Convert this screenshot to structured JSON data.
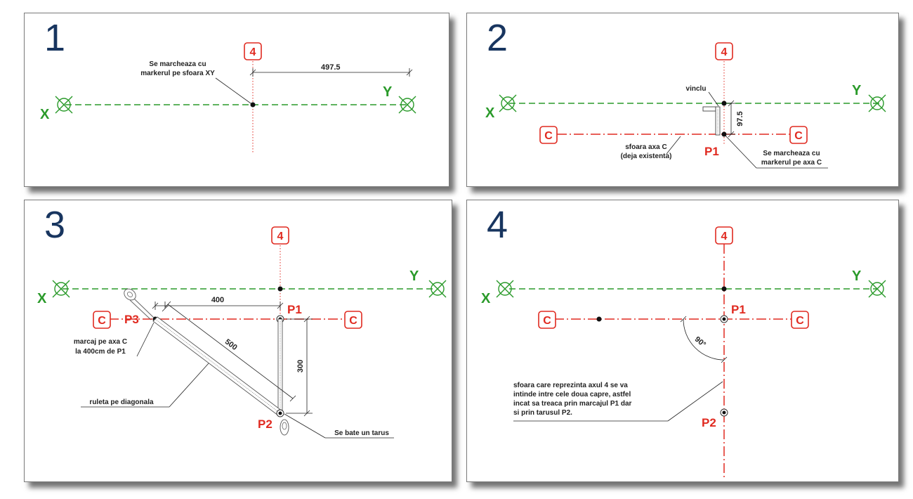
{
  "colors": {
    "green_axis": "#2a9a2a",
    "red_axis": "#e02a20",
    "number": "#18355f",
    "ink": "#222222"
  },
  "panel1": {
    "number": "1",
    "axis_4": "4",
    "axis_x": "X",
    "axis_y": "Y",
    "note_line1": "Se marcheaza cu",
    "note_line2": "markerul pe sfoara XY",
    "dim_value": "497.5"
  },
  "panel2": {
    "number": "2",
    "axis_4": "4",
    "axis_x": "X",
    "axis_y": "Y",
    "axis_c_left": "C",
    "axis_c_right": "C",
    "vinclu": "vinclu",
    "dim_value": "97.5",
    "p1": "P1",
    "sfoara_line1": "sfoara axa C",
    "sfoara_line2": "(deja existenta)",
    "marker_line1": "Se marcheaza cu",
    "marker_line2": "markerul pe axa C"
  },
  "panel3": {
    "number": "3",
    "axis_4": "4",
    "axis_x": "X",
    "axis_y": "Y",
    "axis_c_left": "C",
    "axis_c_right": "C",
    "p1": "P1",
    "p2": "P2",
    "p3": "P3",
    "dim_400": "400",
    "dim_500": "500",
    "dim_300": "300",
    "marcaj_line1": "marcaj pe axa C",
    "marcaj_line2": "la 400cm de P1",
    "ruleta": "ruleta pe diagonala",
    "tarus": "Se bate un tarus"
  },
  "panel4": {
    "number": "4",
    "axis_4": "4",
    "axis_x": "X",
    "axis_y": "Y",
    "axis_c_left": "C",
    "axis_c_right": "C",
    "p1": "P1",
    "p2": "P2",
    "angle": "90°",
    "note_line1": "sfoara care reprezinta axul 4 se va",
    "note_line2": "intinde intre cele doua capre, astfel",
    "note_line3": "incat sa treaca prin marcajul P1 dar",
    "note_line4": "si prin tarusul P2."
  }
}
